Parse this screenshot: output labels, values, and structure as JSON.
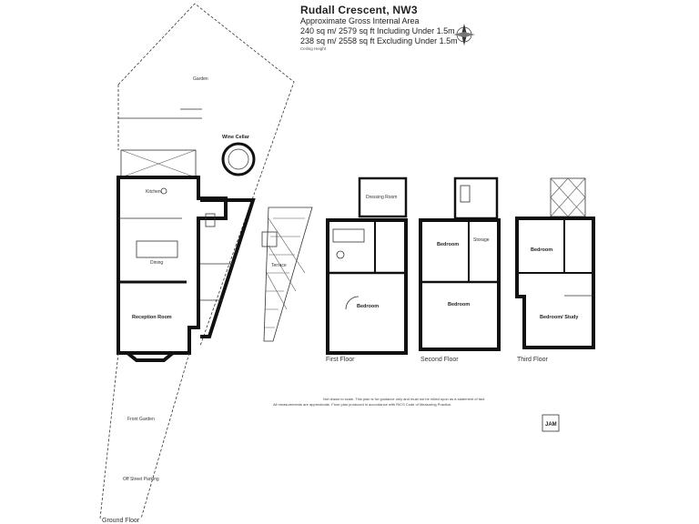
{
  "header": {
    "title": "Rudall Crescent, NW3",
    "area_heading": "Approximate Gross Internal Area",
    "area_including": "240 sq m/ 2579 sq ft Including Under 1.5m",
    "area_excluding": "238 sq m/ 2558 sq ft Excluding Under 1.5m",
    "ceiling_note": "Ceiling Height"
  },
  "labels": {
    "wine_cellar": "Wine Cellar",
    "ground_floor": "Ground Floor",
    "first_floor": "First Floor",
    "second_floor": "Second Floor",
    "third_floor": "Third Floor",
    "terrace": "Terrace",
    "garden_top": "Garden",
    "kitchen": "Kitchen",
    "dining": "Dining",
    "reception": "Reception Room",
    "bedroom1": "Bedroom",
    "bedroom2": "Bedroom",
    "bedroom3": "Bedroom",
    "bedroom4": "Bedroom",
    "bedroom_study": "Bedroom/ Study",
    "dressing": "Dressing Room",
    "storage": "Storage",
    "front_garden": "Front Garden",
    "off_street": "Off Street Parking",
    "logo": "JAM"
  },
  "footer": {
    "line1": "Not drawn to scale. This plan is for guidance only and must not be relied upon as a statement of fact.",
    "line2": "All measurements are approximate. Floor plan produced in accordance with RICS Code of Measuring Practice."
  }
}
